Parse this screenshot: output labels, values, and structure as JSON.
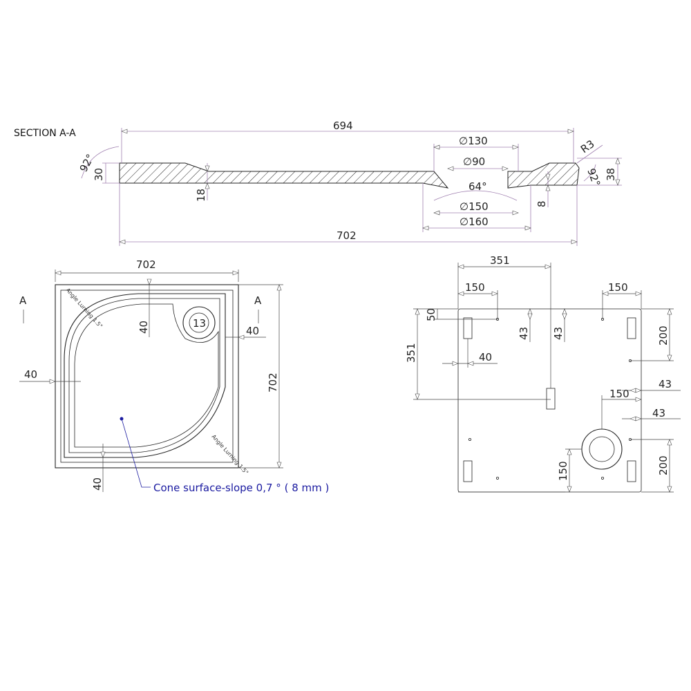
{
  "section_view": {
    "title": "SECTION A-A",
    "dims": {
      "top_length": "694",
      "bottom_length": "702",
      "outer_hole": "∅130",
      "inner_hole": "∅90",
      "bottom_hole_1": "∅150",
      "bottom_hole_2": "∅160",
      "cone_angle": "64°",
      "left_angle": "92°",
      "right_angle": "92°",
      "radius": "R3",
      "left_height": "30",
      "thickness": "18",
      "right_height": "38",
      "drain_depth": "8"
    }
  },
  "top_view": {
    "section_marker_left": "A",
    "section_marker_right": "A",
    "width": "702",
    "height": "702",
    "margin_left": "40",
    "margin_top": "40",
    "margin_right": "40",
    "margin_bottom": "40",
    "drain_label": "13",
    "angle_note_1": "Angle Lurning 1.5°",
    "angle_note_2": "Angle Lurning 1.5°",
    "cone_note": "Cone surface-slope  0,7  °  ( 8 mm )"
  },
  "bottom_view": {
    "dims": {
      "half_width": "351",
      "left_offset": "150",
      "right_offset": "150",
      "top_offset": "50",
      "half_height": "351",
      "foot_offset": "40",
      "peg_left": "43",
      "peg_right": "43",
      "right_top": "200",
      "side_43_a": "43",
      "drain_offset_x": "150",
      "side_43_b": "43",
      "drain_offset_y": "150",
      "right_bottom": "200"
    }
  }
}
